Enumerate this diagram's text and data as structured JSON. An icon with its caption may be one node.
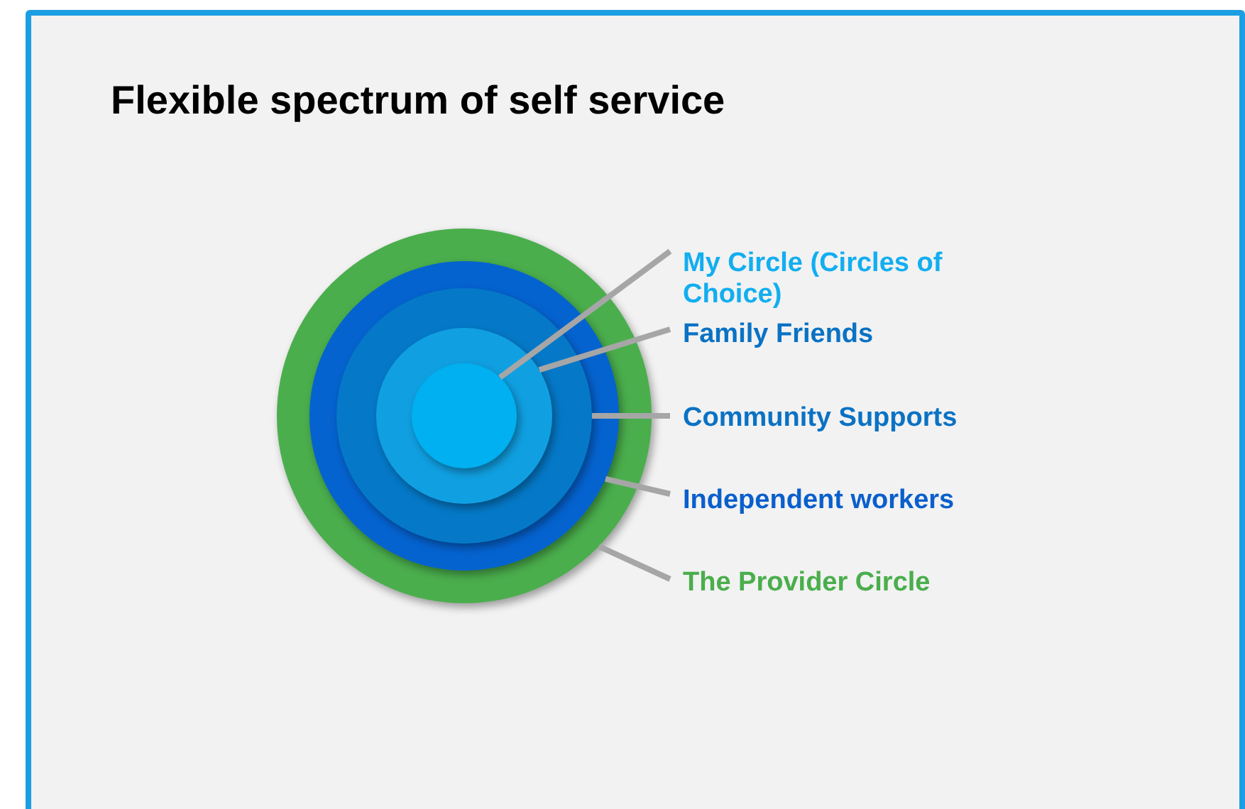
{
  "diagram": {
    "title": "Flexible spectrum of self service",
    "nodes": [
      {
        "text": [],
        "shape": "circle"
      },
      {
        "text": [],
        "shape": "circle",
        "in": 0
      },
      {
        "text": [],
        "shape": "circle",
        "in": 1
      },
      {
        "text": [],
        "shape": "circle",
        "in": 2
      },
      {
        "text": [],
        "shape": "circle",
        "in": 3
      },
      {
        "text": [
          "My Circle (Circles of Choice)"
        ]
      },
      {
        "text": [
          "Family Friends"
        ]
      },
      {
        "text": [
          "Community Supports"
        ]
      },
      {
        "text": [
          "Independent workers"
        ]
      },
      {
        "text": [
          "The Provider Circle"
        ]
      }
    ],
    "edges": [
      {
        "from": 5,
        "to": 4,
        "arrow": "none"
      },
      {
        "from": 6,
        "to": 3,
        "arrow": "none"
      },
      {
        "from": 7,
        "to": 2,
        "arrow": "none"
      },
      {
        "from": 8,
        "to": 1,
        "arrow": "none"
      },
      {
        "from": 9,
        "to": 0,
        "arrow": "none"
      }
    ]
  }
}
